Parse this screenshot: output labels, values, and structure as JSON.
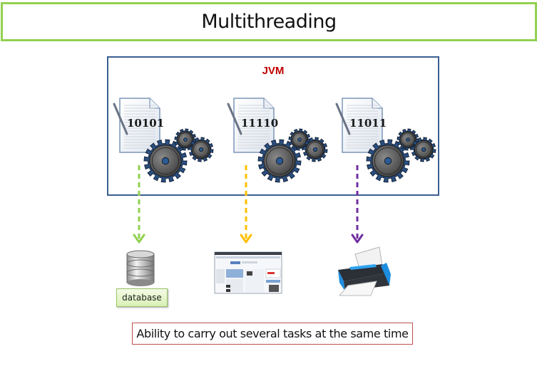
{
  "title": "Multithreading",
  "jvm": {
    "label": "JVM",
    "threads": [
      {
        "code": "10101",
        "arrow_color": "#92d050",
        "target": "database"
      },
      {
        "code": "11110",
        "arrow_color": "#ffc000",
        "target": "web-browser"
      },
      {
        "code": "11011",
        "arrow_color": "#7030a0",
        "target": "printer"
      }
    ]
  },
  "targets": {
    "database_label": "database"
  },
  "caption": "Ability to carry out several tasks at the same time",
  "colors": {
    "title_border": "#92d050",
    "jvm_border": "#3a5f91",
    "jvm_label": "#c00000",
    "caption_border": "#c0504d"
  }
}
